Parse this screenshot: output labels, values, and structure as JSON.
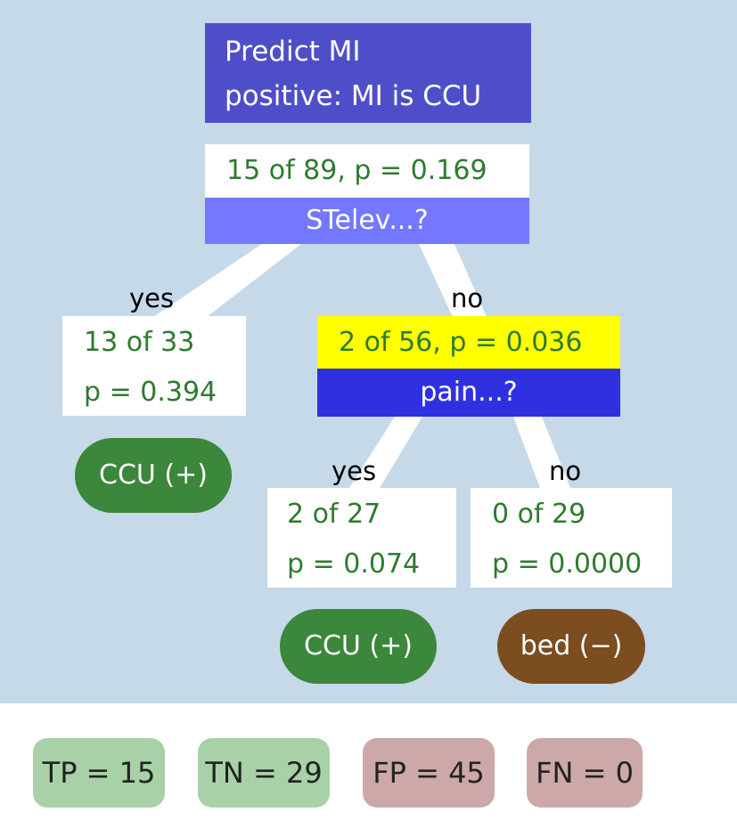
{
  "colors": {
    "panel": "#c6d9e8",
    "title_bg": "#4e4fc8",
    "root_split_bg": "#7378ff",
    "node_highlight_bg": "#ffff00",
    "node_split_bg": "#2f31e0",
    "count_text": "#2f7a2f",
    "leaf_positive": "#3b873b",
    "leaf_negative": "#7b4d1f",
    "metric_positive": "#a8d1a8",
    "metric_negative": "#cda8a8"
  },
  "title": {
    "line1": "Predict MI",
    "line2": "positive: MI is CCU"
  },
  "root": {
    "count": "15 of 89, p = 0.169",
    "split": "STelev...?"
  },
  "edges": {
    "root_yes": "yes",
    "root_no": "no",
    "pain_yes": "yes",
    "pain_no": "no"
  },
  "node_left": {
    "count": "13 of 33",
    "p": "p = 0.394",
    "leaf": "CCU (+)"
  },
  "node_pain": {
    "count": "2 of 56, p = 0.036",
    "split": "pain...?"
  },
  "node_pain_yes": {
    "count": "2 of 27",
    "p": "p = 0.074",
    "leaf": "CCU (+)"
  },
  "node_pain_no": {
    "count": "0 of 29",
    "p": "p = 0.0000",
    "leaf": "bed (−)"
  },
  "metrics": [
    {
      "label": "TP = 15",
      "kind": "positive"
    },
    {
      "label": "TN = 29",
      "kind": "positive"
    },
    {
      "label": "FP = 45",
      "kind": "negative"
    },
    {
      "label": "FN = 0",
      "kind": "negative"
    }
  ]
}
